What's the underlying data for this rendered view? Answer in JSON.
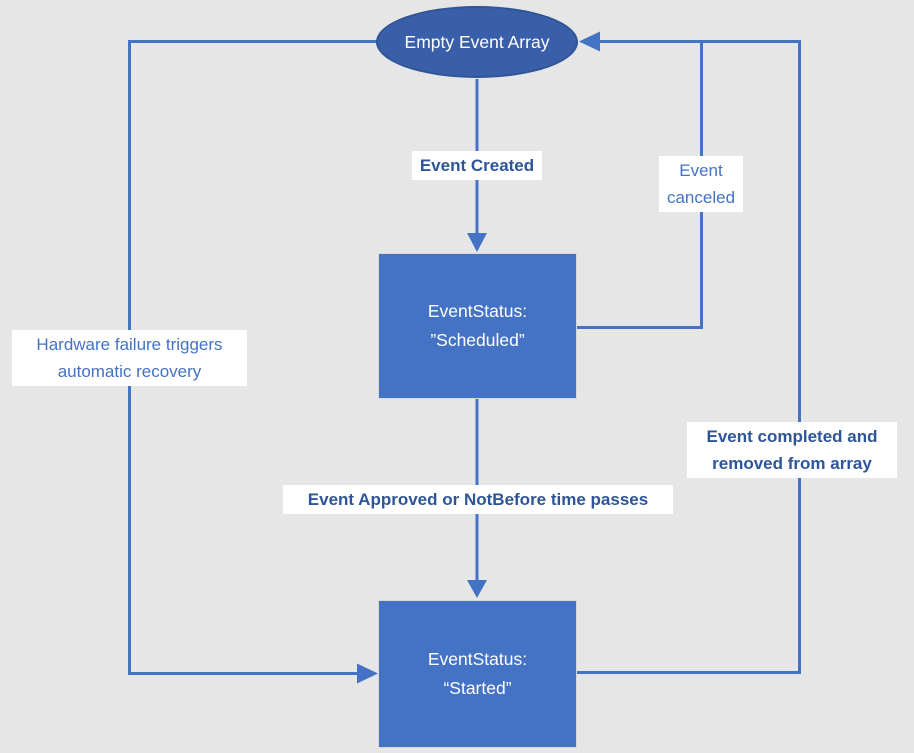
{
  "colors": {
    "background": "#e6e6e6",
    "line": "#4472c4",
    "node_fill": "#4472c4",
    "ellipse_fill": "#3a5fa9",
    "ellipse_border": "#2f5597",
    "label_bold_text": "#2e5597",
    "label_regular_text": "#4472c4",
    "node_text": "#ffffff"
  },
  "diagram": {
    "type": "state-flow",
    "nodes": {
      "empty_event_array": {
        "label": "Empty Event Array",
        "shape": "ellipse"
      },
      "scheduled": {
        "line1": "EventStatus:",
        "line2": "”Scheduled”",
        "shape": "rect"
      },
      "started": {
        "line1": "EventStatus:",
        "line2": "“Started”",
        "shape": "rect"
      }
    },
    "edges": {
      "event_created": {
        "label": "Event Created",
        "from": "empty_event_array",
        "to": "scheduled"
      },
      "event_canceled": {
        "label": "Event canceled",
        "from": "scheduled",
        "to": "empty_event_array"
      },
      "event_approved": {
        "label": "Event Approved or NotBefore time passes",
        "from": "scheduled",
        "to": "started"
      },
      "event_completed": {
        "label": "Event completed and removed from array",
        "from": "started",
        "to": "empty_event_array"
      },
      "hardware_failure": {
        "label": "Hardware failure triggers automatic recovery",
        "from": "empty_event_array",
        "to": "started"
      }
    }
  }
}
